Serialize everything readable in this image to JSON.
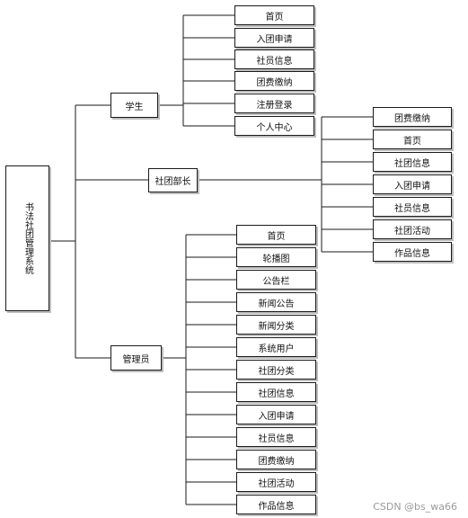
{
  "root": {
    "label": "书法社团管理系统"
  },
  "roles": {
    "student": {
      "label": "学生",
      "items": [
        "首页",
        "入团申请",
        "社员信息",
        "团费缴纳",
        "注册登录",
        "个人中心"
      ]
    },
    "leader": {
      "label": "社团部长",
      "items": [
        "团费缴纳",
        "首页",
        "社团信息",
        "入团申请",
        "社员信息",
        "社团活动",
        "作品信息"
      ]
    },
    "admin": {
      "label": "管理员",
      "items": [
        "首页",
        "轮播图",
        "公告栏",
        "新闻公告",
        "新闻分类",
        "系统用户",
        "社团分类",
        "社团信息",
        "入团申请",
        "社员信息",
        "团费缴纳",
        "社团活动",
        "作品信息"
      ]
    }
  },
  "watermark": "CSDN @bs_wa66",
  "colors": {
    "line": "#1a1a1a",
    "shadow": "#bdbdbd",
    "watermark": "#9a9a9a"
  }
}
